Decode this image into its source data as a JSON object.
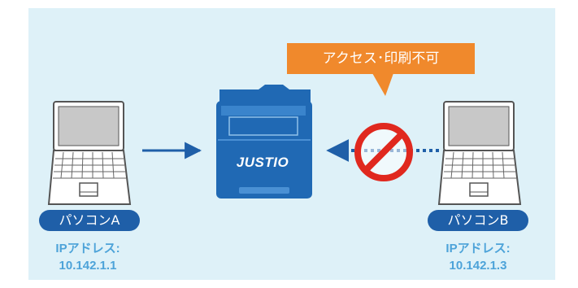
{
  "callout": {
    "text": "アクセス･印刷不可"
  },
  "printer": {
    "brand": "JUSTIO"
  },
  "pc_a": {
    "label": "パソコンA",
    "ip_label": "IPアドレス:",
    "ip_value": "10.142.1.1"
  },
  "pc_b": {
    "label": "パソコンB",
    "ip_label": "IPアドレス:",
    "ip_value": "10.142.1.3"
  },
  "colors": {
    "background": "#def1f8",
    "navy": "#1f5fa8",
    "printer_blue": "#2069b4",
    "callout_orange": "#f0892c",
    "prohibit_red": "#e0281e",
    "ip_text": "#4da3d9"
  }
}
